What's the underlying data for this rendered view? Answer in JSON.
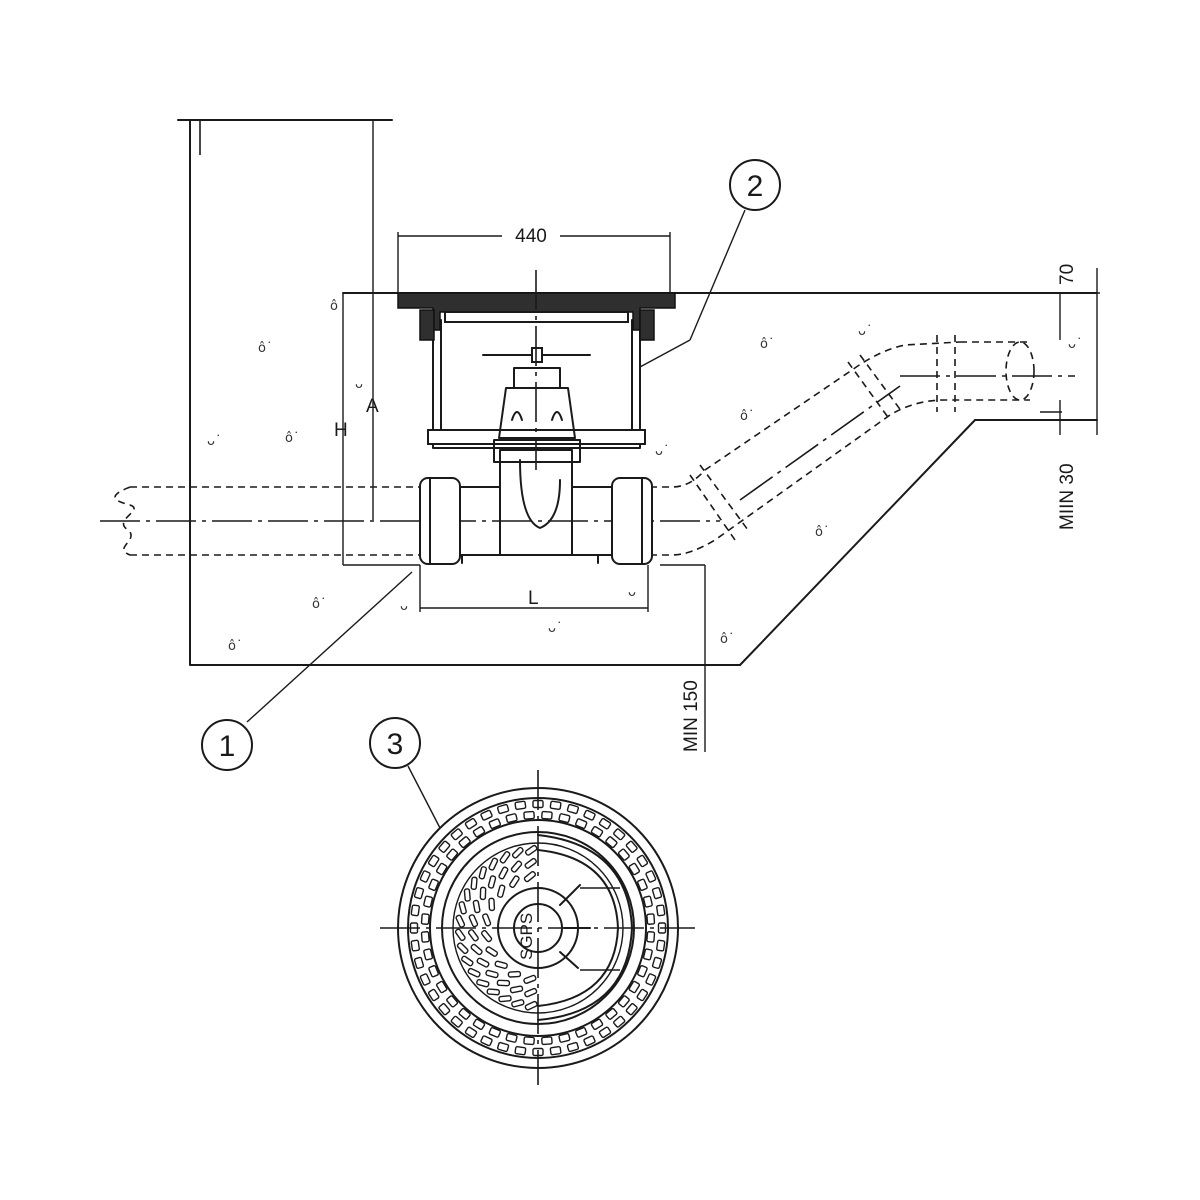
{
  "dimensions": {
    "width_top": "440",
    "height_total": "H",
    "height_a": "A",
    "length": "L",
    "top_offset": "70",
    "min_cover_side": "MIIN 30",
    "min_bottom": "MIN 150"
  },
  "callouts": [
    "1",
    "2",
    "3"
  ],
  "cover_marking": "SGPS"
}
